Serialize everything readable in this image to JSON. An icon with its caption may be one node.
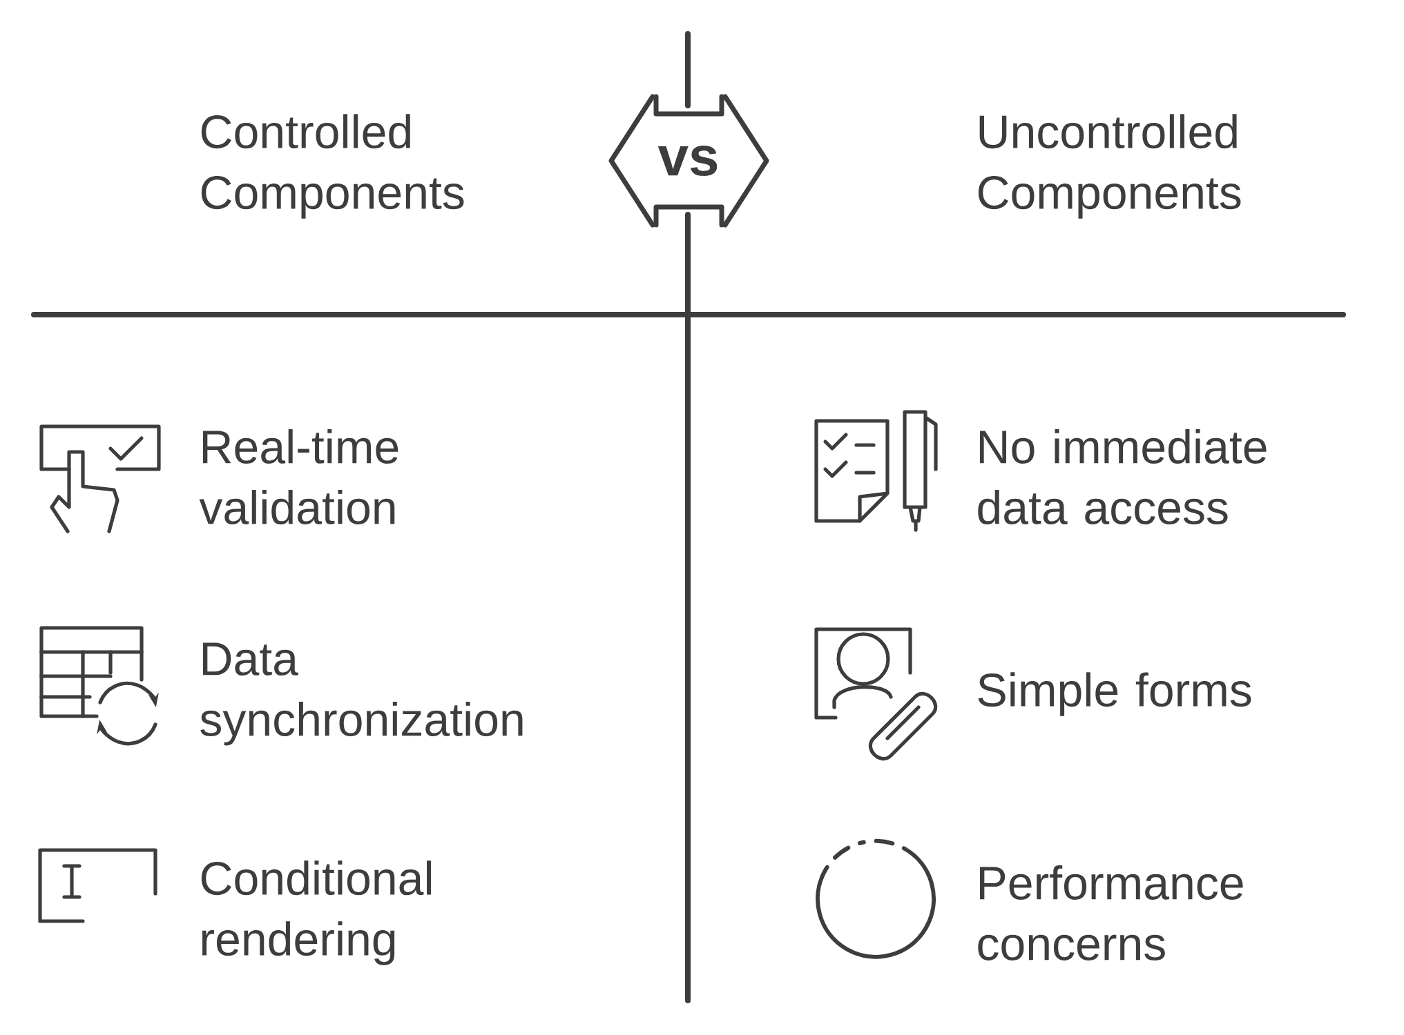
{
  "diagram": {
    "nodes": [
      {
        "text": [
          "vs"
        ]
      }
    ],
    "labels": [
      "Controlled Components",
      "Uncontrolled Components",
      "Real-time validation",
      "No immediate data access",
      "Data synchronization",
      "Simple forms",
      "Conditional rendering",
      "Performance concerns"
    ]
  }
}
